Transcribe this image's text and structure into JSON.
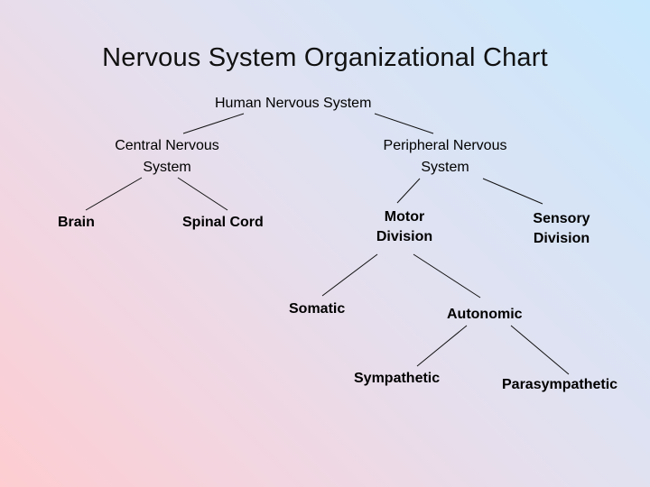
{
  "slide": {
    "title": "Nervous System Organizational Chart"
  },
  "nodes": {
    "human": "Human Nervous System",
    "cns_line1": "Central Nervous",
    "cns_line2": "System",
    "pns_line1": "Peripheral Nervous",
    "pns_line2": "System",
    "brain": "Brain",
    "spinal_cord": "Spinal Cord",
    "motor_line1": "Motor",
    "motor_line2": "Division",
    "sensory_line1": "Sensory",
    "sensory_line2": "Division",
    "somatic": "Somatic",
    "autonomic": "Autonomic",
    "sympathetic": "Sympathetic",
    "parasympathetic": "Parasympathetic"
  },
  "colors": {
    "text": "#000000",
    "lines": "#111111"
  }
}
